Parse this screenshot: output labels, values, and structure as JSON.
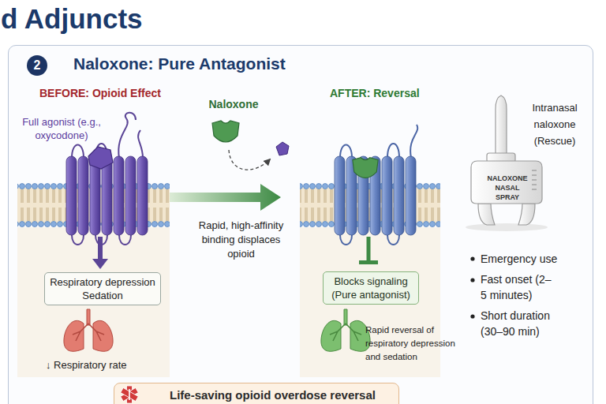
{
  "diagram": {
    "title": "d Adjuncts",
    "nodes": [
      {
        "text": [
          "Naloxone: Pure Antagonist"
        ]
      },
      {
        "text": [
          "2"
        ],
        "in": 0
      },
      {
        "text": [
          "Respiratory depression Sedation"
        ],
        "in": 0
      },
      {
        "text": [
          "Blocks signaling (Pure antagonist)"
        ],
        "in": 0
      },
      {
        "text": [
          "Life-saving opioid overdose reversal"
        ],
        "in": 0
      }
    ],
    "labels": [
      "BEFORE: Opioid Effect",
      "Full agonist (e.g., oxycodone)",
      "Naloxone",
      "AFTER: Reversal",
      "Rapid, high-affinity binding displaces opioid",
      "Intranasal naloxone (Rescue)",
      "NALOXONE NASAL SPRAY",
      "↓ Respiratory rate",
      "Rapid reversal of respiratory depression and sedation",
      "Emergency use",
      "Fast onset (2–5 minutes)",
      "Short duration (30–90 min)"
    ]
  }
}
